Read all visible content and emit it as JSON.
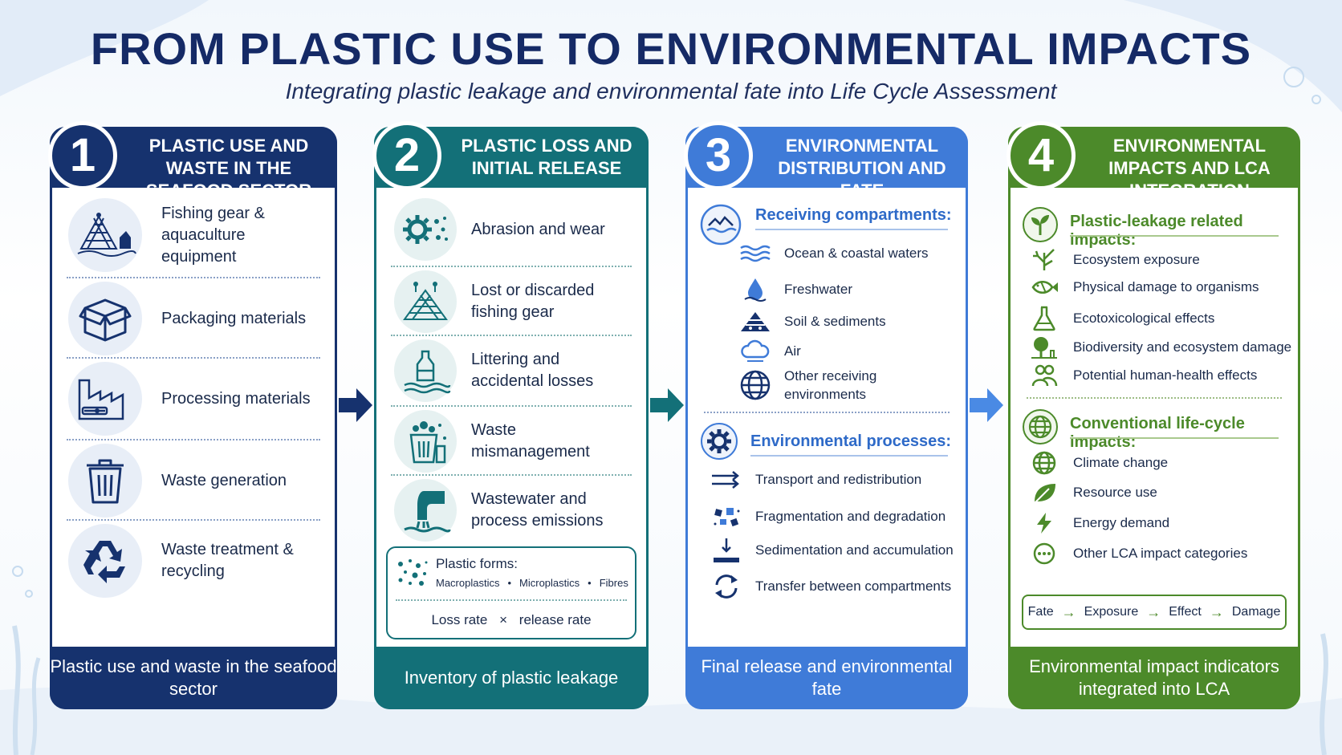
{
  "title": "FROM PLASTIC USE TO ENVIRONMENTAL IMPACTS",
  "subtitle": "Integrating plastic leakage and environmental fate into Life Cycle Assessment",
  "colors": {
    "navy": "#16326e",
    "teal": "#137078",
    "blue": "#3f7bd8",
    "green": "#4c8a2a"
  },
  "panel1": {
    "number": "1",
    "header": "PLASTIC USE AND WASTE IN THE SEAFOOD SECTOR",
    "items": [
      {
        "icon": "fishing-net-icon",
        "label": "Fishing gear & aquaculture equipment"
      },
      {
        "icon": "box-icon",
        "label": "Packaging materials"
      },
      {
        "icon": "factory-icon",
        "label": "Processing materials"
      },
      {
        "icon": "trash-bin-icon",
        "label": "Waste generation"
      },
      {
        "icon": "recycle-icon",
        "label": "Waste treatment & recycling"
      }
    ],
    "footer": "Plastic use and waste in the seafood sector"
  },
  "panel2": {
    "number": "2",
    "header": "PLASTIC LOSS AND INITIAL RELEASE",
    "items": [
      {
        "icon": "gears-icon",
        "label": "Abrasion and wear"
      },
      {
        "icon": "lost-net-icon",
        "label": "Lost or discarded fishing gear"
      },
      {
        "icon": "bottle-icon",
        "label": "Littering and accidental losses"
      },
      {
        "icon": "overflow-bin-icon",
        "label": "Waste mismanagement"
      },
      {
        "icon": "outflow-pipe-icon",
        "label": "Wastewater and process emissions"
      }
    ],
    "forms_title": "Plastic forms:",
    "forms": [
      "Macroplastics",
      "Microplastics",
      "Fibres"
    ],
    "forms_sep": "•",
    "rate_left": "Loss rate",
    "rate_op": "×",
    "rate_right": "release rate",
    "footer": "Inventory of plastic leakage"
  },
  "panel3": {
    "number": "3",
    "header": "ENVIRONMENTAL DISTRIBUTION AND FATE",
    "compartments_title": "Receiving compartments:",
    "compartments": [
      {
        "icon": "waves-icon",
        "label": "Ocean & coastal waters"
      },
      {
        "icon": "water-drop-icon",
        "label": "Freshwater"
      },
      {
        "icon": "soil-icon",
        "label": "Soil & sediments"
      },
      {
        "icon": "cloud-icon",
        "label": "Air"
      },
      {
        "icon": "globe-icon",
        "label": "Other receiving environments"
      }
    ],
    "processes_title": "Environmental processes:",
    "processes": [
      {
        "icon": "arrows-right-icon",
        "label": "Transport and redistribution"
      },
      {
        "icon": "fragments-icon",
        "label": "Fragmentation and degradation"
      },
      {
        "icon": "arrow-down-icon",
        "label": "Sedimentation and accumulation"
      },
      {
        "icon": "cycle-icon",
        "label": "Transfer between compartments"
      }
    ],
    "footer": "Final release and environmental fate"
  },
  "panel4": {
    "number": "4",
    "header": "ENVIRONMENTAL IMPACTS AND LCA INTEGRATION",
    "leak_title": "Plastic-leakage related impacts:",
    "leak_items": [
      {
        "icon": "coral-icon",
        "label": "Ecosystem exposure"
      },
      {
        "icon": "fish-icon",
        "label": "Physical damage to organisms"
      },
      {
        "icon": "flask-icon",
        "label": "Ecotoxicological effects"
      },
      {
        "icon": "tree-icon",
        "label": "Biodiversity and ecosystem damage"
      },
      {
        "icon": "people-icon",
        "label": "Potential human-health effects"
      }
    ],
    "conv_title": "Conventional life-cycle impacts:",
    "conv_items": [
      {
        "icon": "globe-icon",
        "label": "Climate change"
      },
      {
        "icon": "leaf-icon",
        "label": "Resource use"
      },
      {
        "icon": "lightning-icon",
        "label": "Energy demand"
      },
      {
        "icon": "dots-icon",
        "label": "Other LCA impact categories"
      }
    ],
    "chain": [
      "Fate",
      "Exposure",
      "Effect",
      "Damage"
    ],
    "chain_arrow": "→",
    "footer": "Environmental impact indicators integrated into LCA"
  }
}
